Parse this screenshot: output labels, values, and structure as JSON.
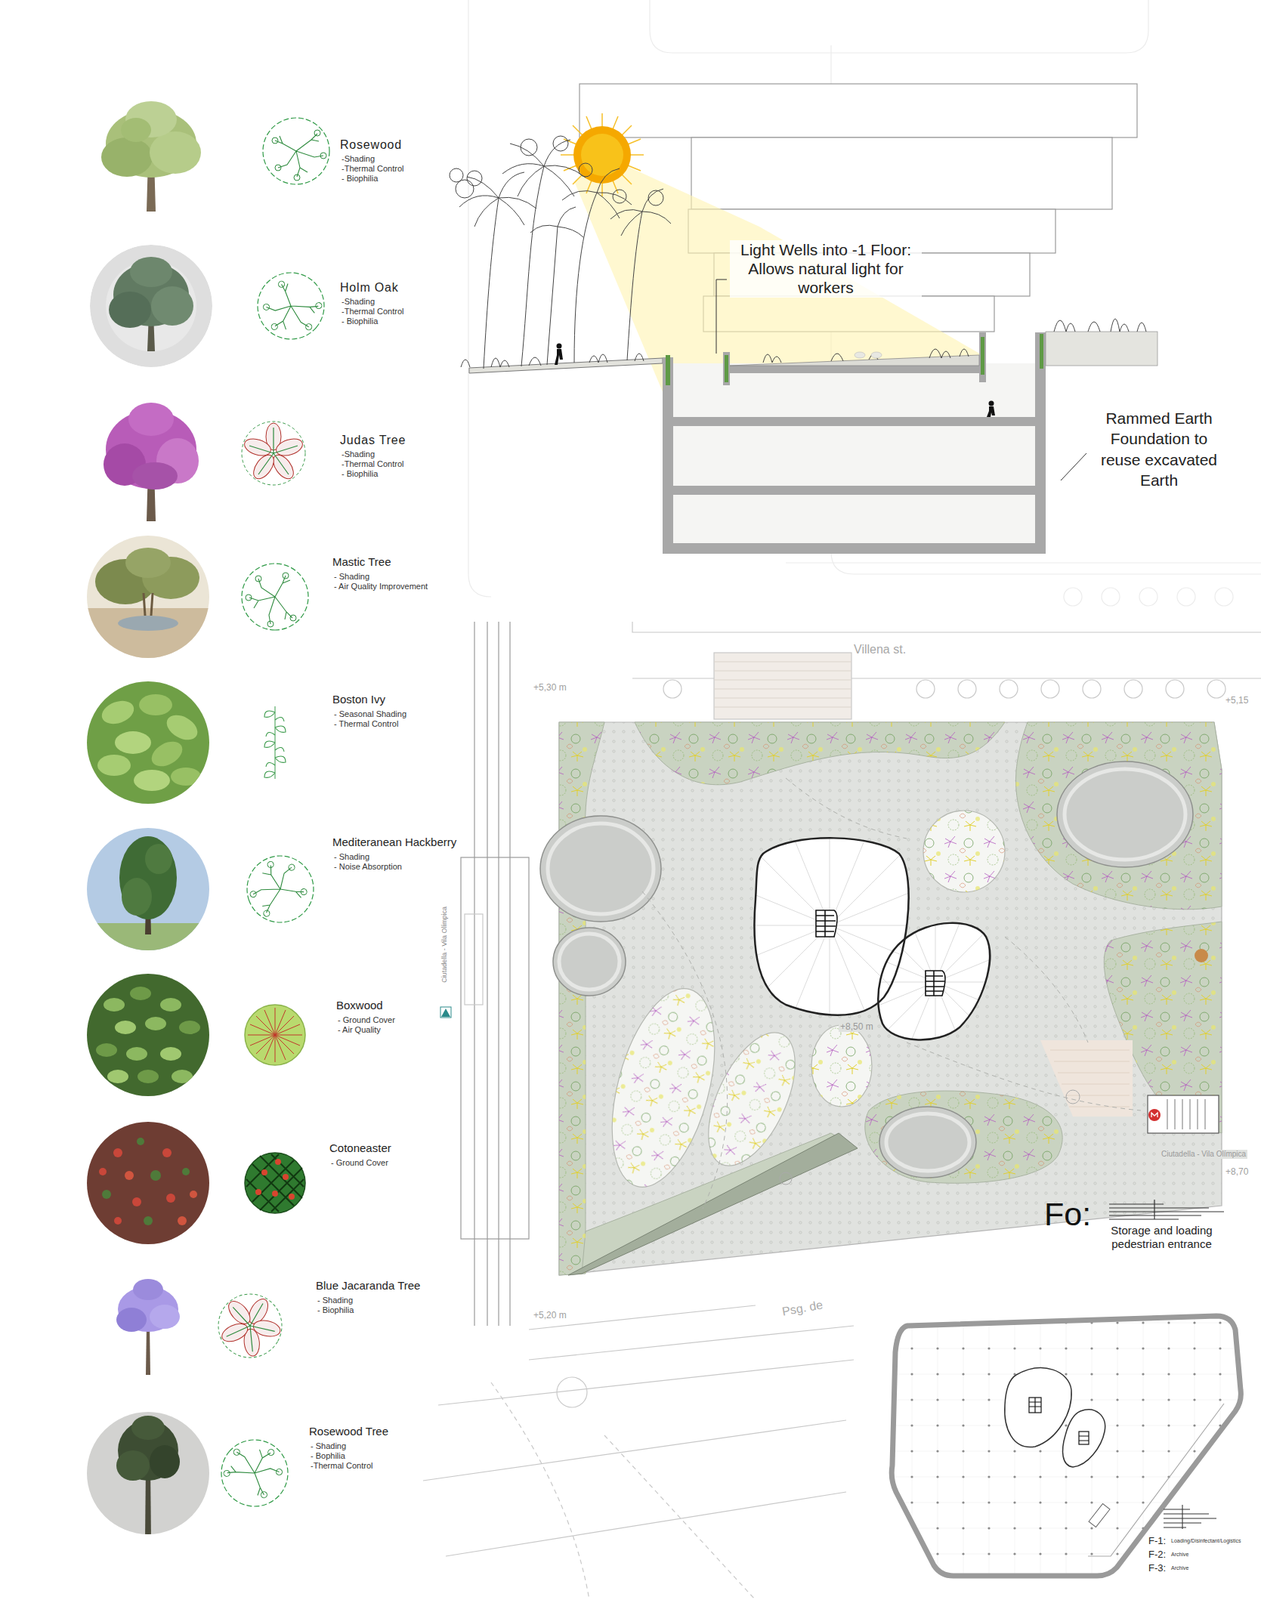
{
  "diagram": {
    "labels": [
      "Rosewood",
      "-Shading",
      "-Thermal Control",
      "- Biophilia",
      "Holm Oak",
      "-Shading",
      "-Thermal Control",
      "- Biophilia",
      "Judas Tree",
      "-Shading",
      "-Thermal Control",
      "- Biophilia",
      "Mastic Tree",
      "- Shading",
      "- Air Quality Improvement",
      "Boston Ivy",
      "- Seasonal Shading",
      "- Thermal Control",
      "Mediteranean Hackberry",
      "- Shading",
      "- Noise Absorption",
      "Boxwood",
      "- Ground Cover",
      "- Air Quality",
      "Cotoneaster",
      "- Ground Cover",
      "Blue Jacaranda Tree",
      "- Shading",
      "- Biophilia",
      "Rosewood Tree",
      "- Shading",
      "- Bophilia",
      "-Thermal Control",
      "Light Wells into -1 Floor: Allows natural light for workers",
      "Rammed Earth Foundation to reuse excavated Earth",
      "Villena st.",
      "+5,30 m",
      "+5,15",
      "+8,50 m",
      "Ciutadella - Vila Olímpica",
      "+8,70",
      "Fo:",
      "Storage and loading pedestrian entrance",
      "+5,20 m",
      "Psg. de",
      "Ciutadella - Vila Olímpica",
      "F-1:",
      "Loading/Disinfectant/Logistics",
      "F-2:",
      "Archive",
      "F-3:",
      "Archive"
    ]
  }
}
